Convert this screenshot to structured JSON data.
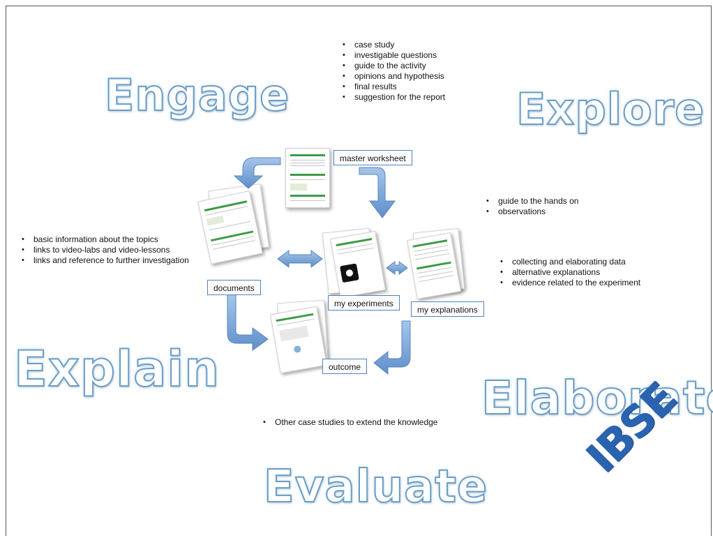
{
  "titles": {
    "engage": "Engage",
    "explore": "Explore",
    "explain": "Explain",
    "elaborate": "Elaborate",
    "evaluate": "Evaluate"
  },
  "logo": "IBSE",
  "labels": {
    "master_worksheet": "master worksheet",
    "documents": "documents",
    "my_experiments": "my experiments",
    "my_explanations": "my explanations",
    "outcome": "outcome"
  },
  "lists": {
    "engage": [
      "case study",
      "investigable questions",
      "guide to the activity",
      "opinions and hypothesis",
      "final results",
      "suggestion for the report"
    ],
    "explore": [
      "guide to the hands on",
      "observations"
    ],
    "explain": [
      "basic information about the topics",
      "links to video-labs and video-lessons",
      "links and reference to further investigation"
    ],
    "elaborate": [
      "collecting and elaborating data",
      "alternative explanations",
      "evidence related to the experiment"
    ],
    "evaluate": [
      "Other case studies to extend the knowledge"
    ]
  },
  "colors": {
    "title_outline": "#6a9dc5",
    "arrow": "#6f9fd6",
    "box_border": "#4f81bd",
    "logo": "#2a63b0"
  }
}
